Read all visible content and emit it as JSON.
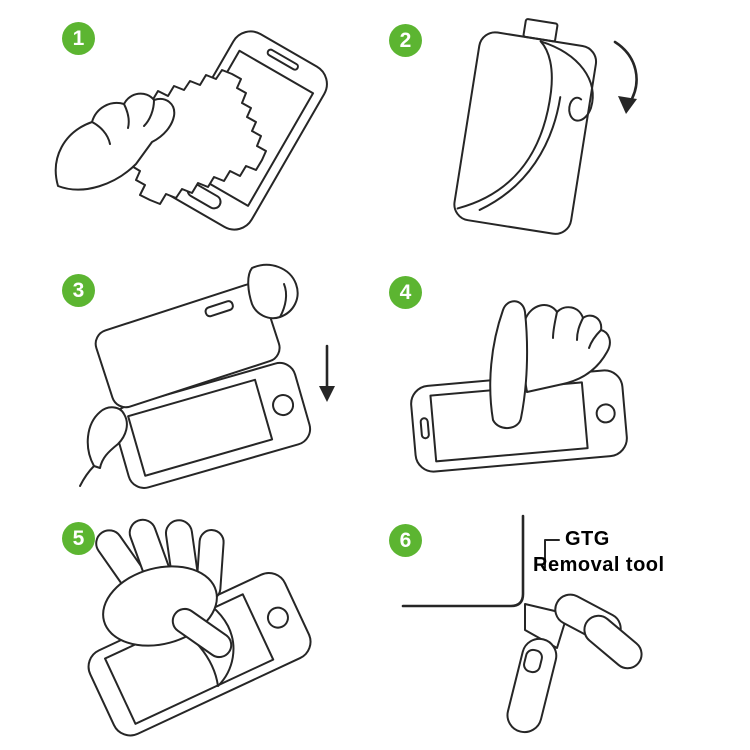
{
  "page": {
    "background": "#ffffff",
    "stroke_color": "#262626"
  },
  "badge": {
    "color": "#5cb531",
    "text_color": "#ffffff"
  },
  "steps": [
    {
      "number": "1",
      "illustration": "wipe-screen-with-cloth"
    },
    {
      "number": "2",
      "illustration": "peel-protective-film"
    },
    {
      "number": "3",
      "illustration": "align-glass-over-phone"
    },
    {
      "number": "4",
      "illustration": "press-screen-center"
    },
    {
      "number": "5",
      "illustration": "smooth-film-on-screen"
    },
    {
      "number": "6",
      "illustration": "corner-removal-tool"
    }
  ],
  "labels": {
    "step6_line1": "GTG",
    "step6_line2": "Removal tool"
  }
}
